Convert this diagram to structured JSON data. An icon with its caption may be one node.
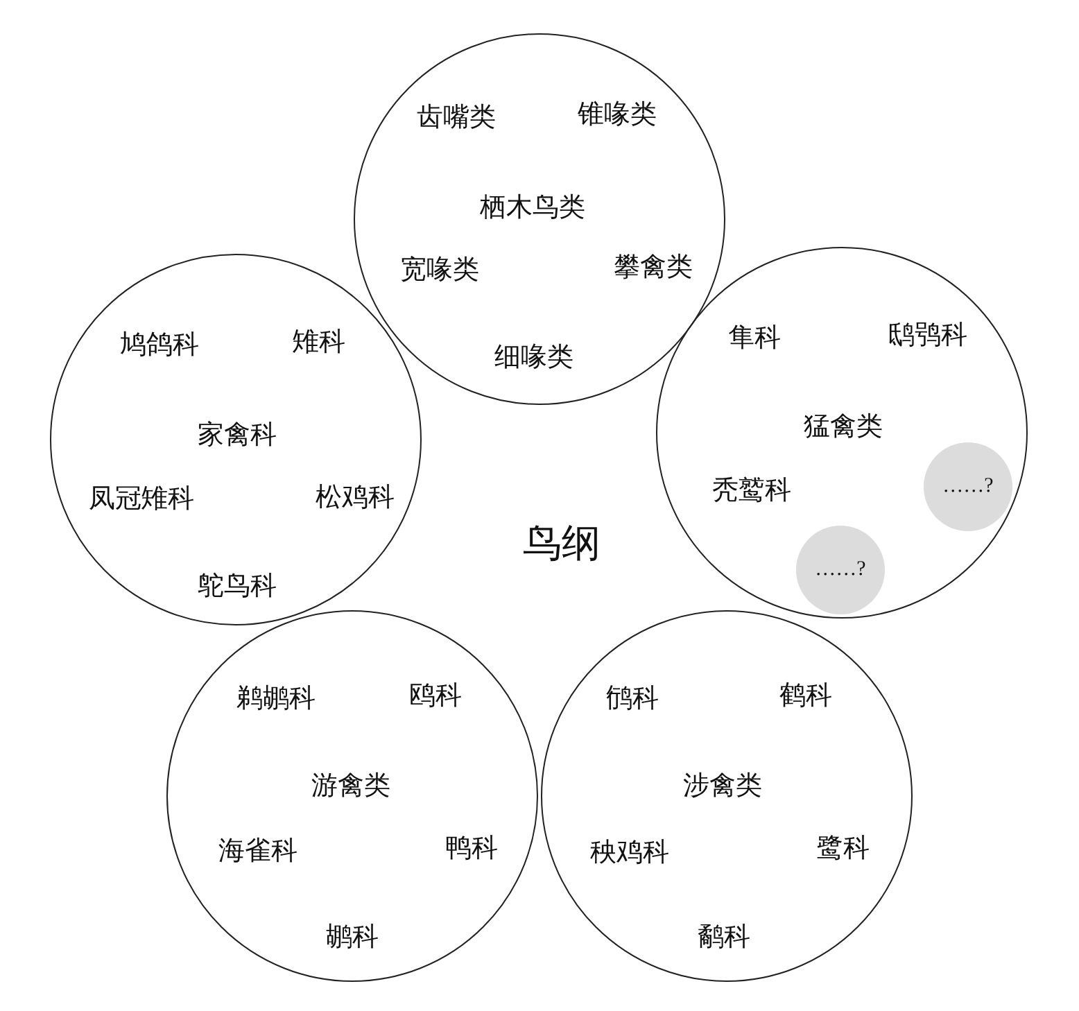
{
  "diagram": {
    "nodes": [
      {
        "text": [
          "齿嘴类",
          "锥喙类",
          "栖木鸟类",
          "宽喙类",
          "攀禽类",
          "细喙类"
        ]
      },
      {
        "text": [
          "鸠鸽科",
          "雉科",
          "家禽科",
          "凤冠雉科",
          "松鸡科",
          "鸵鸟科"
        ]
      },
      {
        "text": [
          "隼科",
          "鸱鸮科",
          "猛禽类",
          "秃鹫科"
        ]
      },
      {
        "text": [
          "……?"
        ],
        "in": 2
      },
      {
        "text": [
          "……?"
        ],
        "in": 2
      },
      {
        "text": [
          "鹈鹕科",
          "鸥科",
          "游禽类",
          "海雀科",
          "鸭科",
          "鹕科"
        ]
      },
      {
        "text": [
          "鸻科",
          "鹤科",
          "涉禽类",
          "秧鸡科",
          "鹭科",
          "鹬科"
        ]
      }
    ],
    "labels": [
      "鸟纲"
    ]
  }
}
